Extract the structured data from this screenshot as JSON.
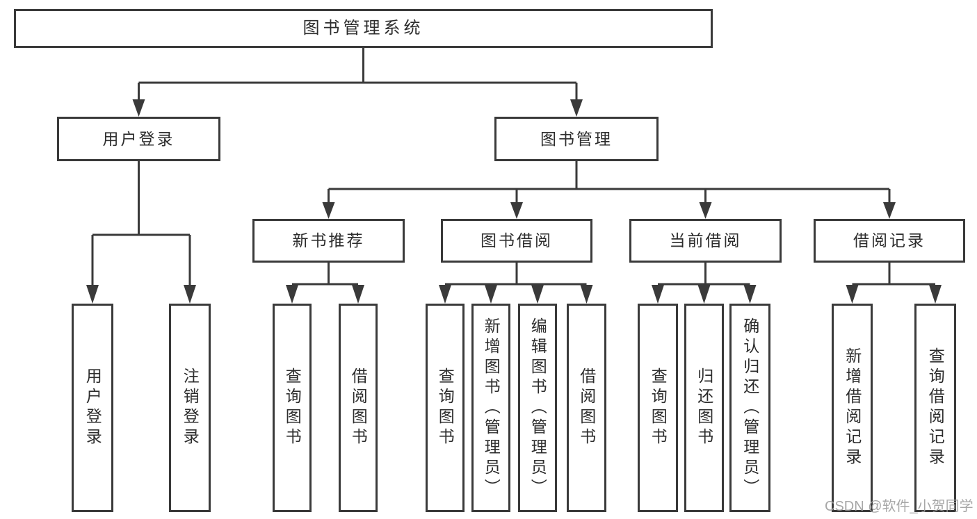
{
  "page": {
    "background": "#ffffff"
  },
  "colors": {
    "page_bg": "#ffffff",
    "box_fill": "#ffffff",
    "box_border": "#3a3a3a",
    "line": "#3a3a3a",
    "text": "#2d2d2d",
    "watermark": "#9e9e9e"
  },
  "watermark": {
    "text": "CSDN @软件_小贺同学"
  },
  "nodes": {
    "root": {
      "label": "图书管理系统",
      "parent": null
    },
    "user_login": {
      "label": "用户登录",
      "parent": "root"
    },
    "book_mgmt": {
      "label": "图书管理",
      "parent": "root"
    },
    "login": {
      "label": "用户登录",
      "parent": "user_login"
    },
    "logout": {
      "label": "注销登录",
      "parent": "user_login"
    },
    "new_book": {
      "label": "新书推荐",
      "parent": "book_mgmt"
    },
    "borrow": {
      "label": "图书借阅",
      "parent": "book_mgmt"
    },
    "current": {
      "label": "当前借阅",
      "parent": "book_mgmt"
    },
    "records": {
      "label": "借阅记录",
      "parent": "book_mgmt"
    },
    "nb_query": {
      "label": "查询图书",
      "parent": "new_book"
    },
    "nb_borrow": {
      "label": "借阅图书",
      "parent": "new_book"
    },
    "bw_query": {
      "label": "查询图书",
      "parent": "borrow"
    },
    "bw_add": {
      "label": "新增图书（管理员）",
      "parent": "borrow"
    },
    "bw_edit": {
      "label": "编辑图书（管理员）",
      "parent": "borrow"
    },
    "bw_borrow": {
      "label": "借阅图书",
      "parent": "borrow"
    },
    "cu_query": {
      "label": "查询图书",
      "parent": "current"
    },
    "cu_return": {
      "label": "归还图书",
      "parent": "current"
    },
    "cu_confirm": {
      "label": "确认归还（管理员）",
      "parent": "current"
    },
    "rc_add": {
      "label": "新增借阅记录",
      "parent": "records"
    },
    "rc_query": {
      "label": "查询借阅记录",
      "parent": "records"
    }
  }
}
